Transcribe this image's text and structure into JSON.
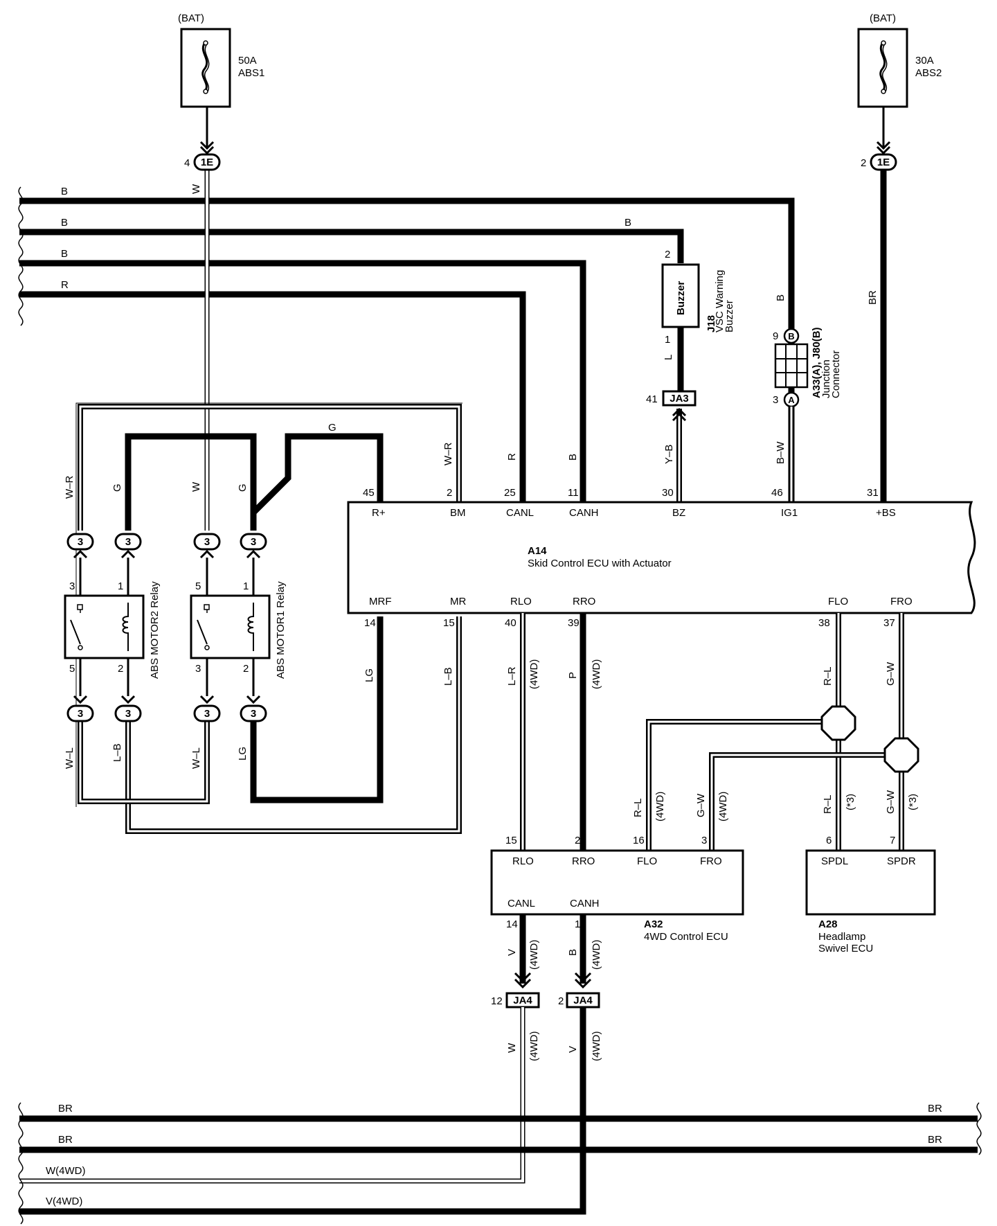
{
  "fuses": [
    {
      "source": "(BAT)",
      "rating": "50A",
      "name": "ABS1"
    },
    {
      "source": "(BAT)",
      "rating": "30A",
      "name": "ABS2"
    }
  ],
  "connectors": {
    "c1e_left": {
      "id": "1E",
      "pin": "4"
    },
    "c1e_right": {
      "id": "1E",
      "pin": "2"
    },
    "ja3": {
      "id": "JA3",
      "pin": "41"
    },
    "ja4_left": {
      "id": "JA4",
      "pin": "12"
    },
    "ja4_right": {
      "id": "JA4",
      "pin": "2"
    }
  },
  "relay_connector_label": "3",
  "bus_top": [
    "B",
    "B",
    "B",
    "R"
  ],
  "bus_bottom": [
    {
      "left": "BR",
      "right": "BR"
    },
    {
      "left": "BR",
      "right": "BR"
    },
    {
      "left": "W(4WD)",
      "right": ""
    },
    {
      "left": "V(4WD)",
      "right": ""
    }
  ],
  "wires": {
    "w_fuse1": "W",
    "b_buzzer": "B",
    "b_junction": "B",
    "br_fuse2": "BR",
    "wr_left": "W–R",
    "g_relay2": "G",
    "w_relay1": "W",
    "g_relay1": "G",
    "g_top": "G",
    "wr_bm": "W–R",
    "r_canl": "R",
    "b_canh": "B",
    "l_buzzer": "L",
    "yb": "Y–B",
    "bw": "B–W",
    "wl_1": "W–L",
    "lb_1": "L–B",
    "wl_2": "W–L",
    "lg_1": "LG",
    "lg_mrf": "LG",
    "lb_mr": "L–B",
    "lr_rlo": "L–R",
    "p_rro": "P",
    "rl_flo": "R–L",
    "gw_fro": "G–W",
    "rl_4wd": "R–L",
    "gw_4wd": "G–W",
    "rl_hl": "R–L",
    "gw_hl": "G–W",
    "v_canl": "V",
    "b_canh2": "B",
    "w_ja4": "W",
    "v_ja4": "V",
    "tag_4wd": "(4WD)",
    "tag_s3": "(*3)"
  },
  "buzzer": {
    "label": "Buzzer",
    "code": "J18",
    "name1": "VSC Warning",
    "name2": "Buzzer",
    "pin_top": "2",
    "pin_bottom": "1"
  },
  "junction": {
    "code": "A33(A), J80(B)",
    "name1": "Junction",
    "name2": "Connector",
    "pin_b": "9",
    "label_b": "B",
    "pin_a": "3",
    "label_a": "A"
  },
  "relays": [
    {
      "name": "ABS MOTOR2 Relay",
      "pins": [
        "3",
        "1",
        "5",
        "2"
      ]
    },
    {
      "name": "ABS MOTOR1 Relay",
      "pins": [
        "5",
        "1",
        "3",
        "2"
      ]
    }
  ],
  "ecu_a14": {
    "code": "A14",
    "name": "Skid Control ECU with Actuator",
    "top_pins": [
      {
        "num": "45",
        "name": "R+"
      },
      {
        "num": "2",
        "name": "BM"
      },
      {
        "num": "25",
        "name": "CANL"
      },
      {
        "num": "11",
        "name": "CANH"
      },
      {
        "num": "30",
        "name": "BZ"
      },
      {
        "num": "46",
        "name": "IG1"
      },
      {
        "num": "31",
        "name": "+BS"
      }
    ],
    "bottom_pins": [
      {
        "num": "14",
        "name": "MRF"
      },
      {
        "num": "15",
        "name": "MR"
      },
      {
        "num": "40",
        "name": "RLO"
      },
      {
        "num": "39",
        "name": "RRO"
      },
      {
        "num": "38",
        "name": "FLO"
      },
      {
        "num": "37",
        "name": "FRO"
      }
    ]
  },
  "ecu_a32": {
    "code": "A32",
    "name": "4WD Control ECU",
    "top_pins": [
      {
        "num": "15",
        "name": "RLO"
      },
      {
        "num": "2",
        "name": "RRO"
      },
      {
        "num": "16",
        "name": "FLO"
      },
      {
        "num": "3",
        "name": "FRO"
      }
    ],
    "bottom_pins": [
      {
        "num": "14",
        "name": "CANL"
      },
      {
        "num": "1",
        "name": "CANH"
      }
    ]
  },
  "ecu_a28": {
    "code": "A28",
    "name1": "Headlamp",
    "name2": "Swivel ECU",
    "top_pins": [
      {
        "num": "6",
        "name": "SPDL"
      },
      {
        "num": "7",
        "name": "SPDR"
      }
    ]
  }
}
